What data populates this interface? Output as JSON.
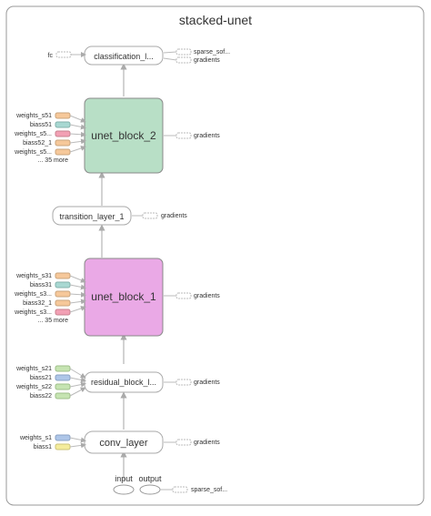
{
  "graph": {
    "title": "stacked-unet",
    "nodes": {
      "classification": "classification_l...",
      "unet2": "unet_block_2",
      "transition": "transition_layer_1",
      "unet1": "unet_block_1",
      "residual": "residual_block_l...",
      "conv": "conv_layer",
      "input": "input",
      "output": "output"
    },
    "classification_inputs": [
      "fc"
    ],
    "classification_outputs": [
      "sparse_sof...",
      "gradients"
    ],
    "unet2_inputs": [
      "weights_s51",
      "biass51",
      "weights_s5...",
      "biass52_1",
      "weights_s5..."
    ],
    "unet2_more": "... 35 more",
    "unet1_inputs": [
      "weights_s31",
      "biass31",
      "weights_s3...",
      "biass32_1",
      "weights_s3..."
    ],
    "unet1_more": "... 35 more",
    "residual_inputs": [
      "weights_s21",
      "biass21",
      "weights_s22",
      "biass22"
    ],
    "conv_inputs": [
      "weights_s1",
      "biass1"
    ],
    "gradients_label": "gradients",
    "output_sparse": "sparse_sof..."
  },
  "colors": {
    "unet2_fill": "#b8dfc6",
    "unet1_fill": "#eaa9e6",
    "param_blue": "#aec6e8",
    "param_orange": "#f6c89a",
    "param_green": "#c6e4b2",
    "param_pink": "#f2a0b4",
    "param_yellow": "#f4ec9c",
    "param_teal": "#a8d8d2"
  }
}
